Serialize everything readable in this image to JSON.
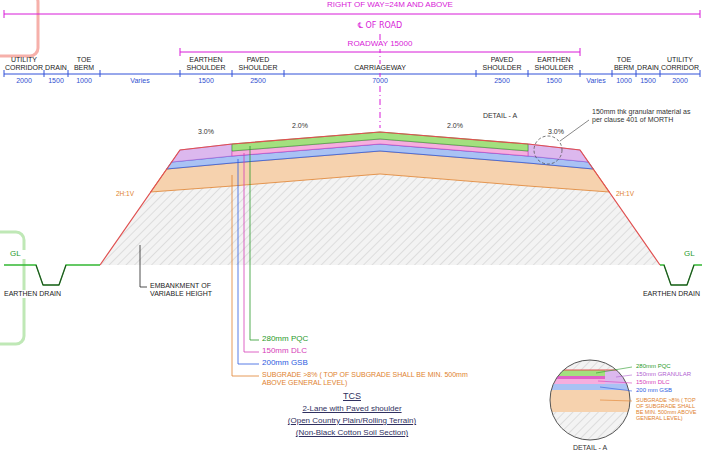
{
  "diagram": {
    "title": "TCS",
    "labels": [
      "RIGHT OF WAY=24M AND ABOVE",
      "℄ OF ROAD",
      "ROADWAY 15000",
      "UTILITY CORRIDOR",
      "2000",
      "DRAIN",
      "1500",
      "TOE BERM",
      "1000",
      "Varies",
      "EARTHEN SHOULDER",
      "1500",
      "PAVED SHOULDER",
      "2500",
      "CARRIAGEWAY",
      "7000",
      "PAVED SHOULDER",
      "2500",
      "EARTHEN SHOULDER",
      "1500",
      "Varies",
      "TOE BERM",
      "1000",
      "DRAIN",
      "1500",
      "UTILITY CORRIDOR",
      "2000",
      "3.0%",
      "2.0%",
      "2.0%",
      "3.0%",
      "DETAIL - A",
      "150mm thk granular material as per clause 401 of MORTH",
      "2H:1V",
      "2H:1V",
      "GL",
      "GL",
      "EARTHEN DRAIN",
      "EARTHEN DRAIN",
      "EMBANKMENT OF VARIABLE HEIGHT",
      "280mm PQC",
      "150mm DLC",
      "200mm GSB",
      "SUBGRADE >8% ( TOP OF SUBGRADE SHALL BE MIN. 500mm ABOVE GENERAL LEVEL)",
      "2-Lane with Paved shoulder",
      "(Open Country Plain/Rolling Terrain)",
      "(Non-Black Cotton Soil Section)",
      "280mm PQC",
      "150mm GRANULAR",
      "150mm DLC",
      "200 mm GSB",
      "SUBGRADE >8% ( TOP OF SUBGRADE SHALL BE MIN. 500mm ABOVE GENERAL LEVEL)",
      "DETAIL - A"
    ]
  }
}
